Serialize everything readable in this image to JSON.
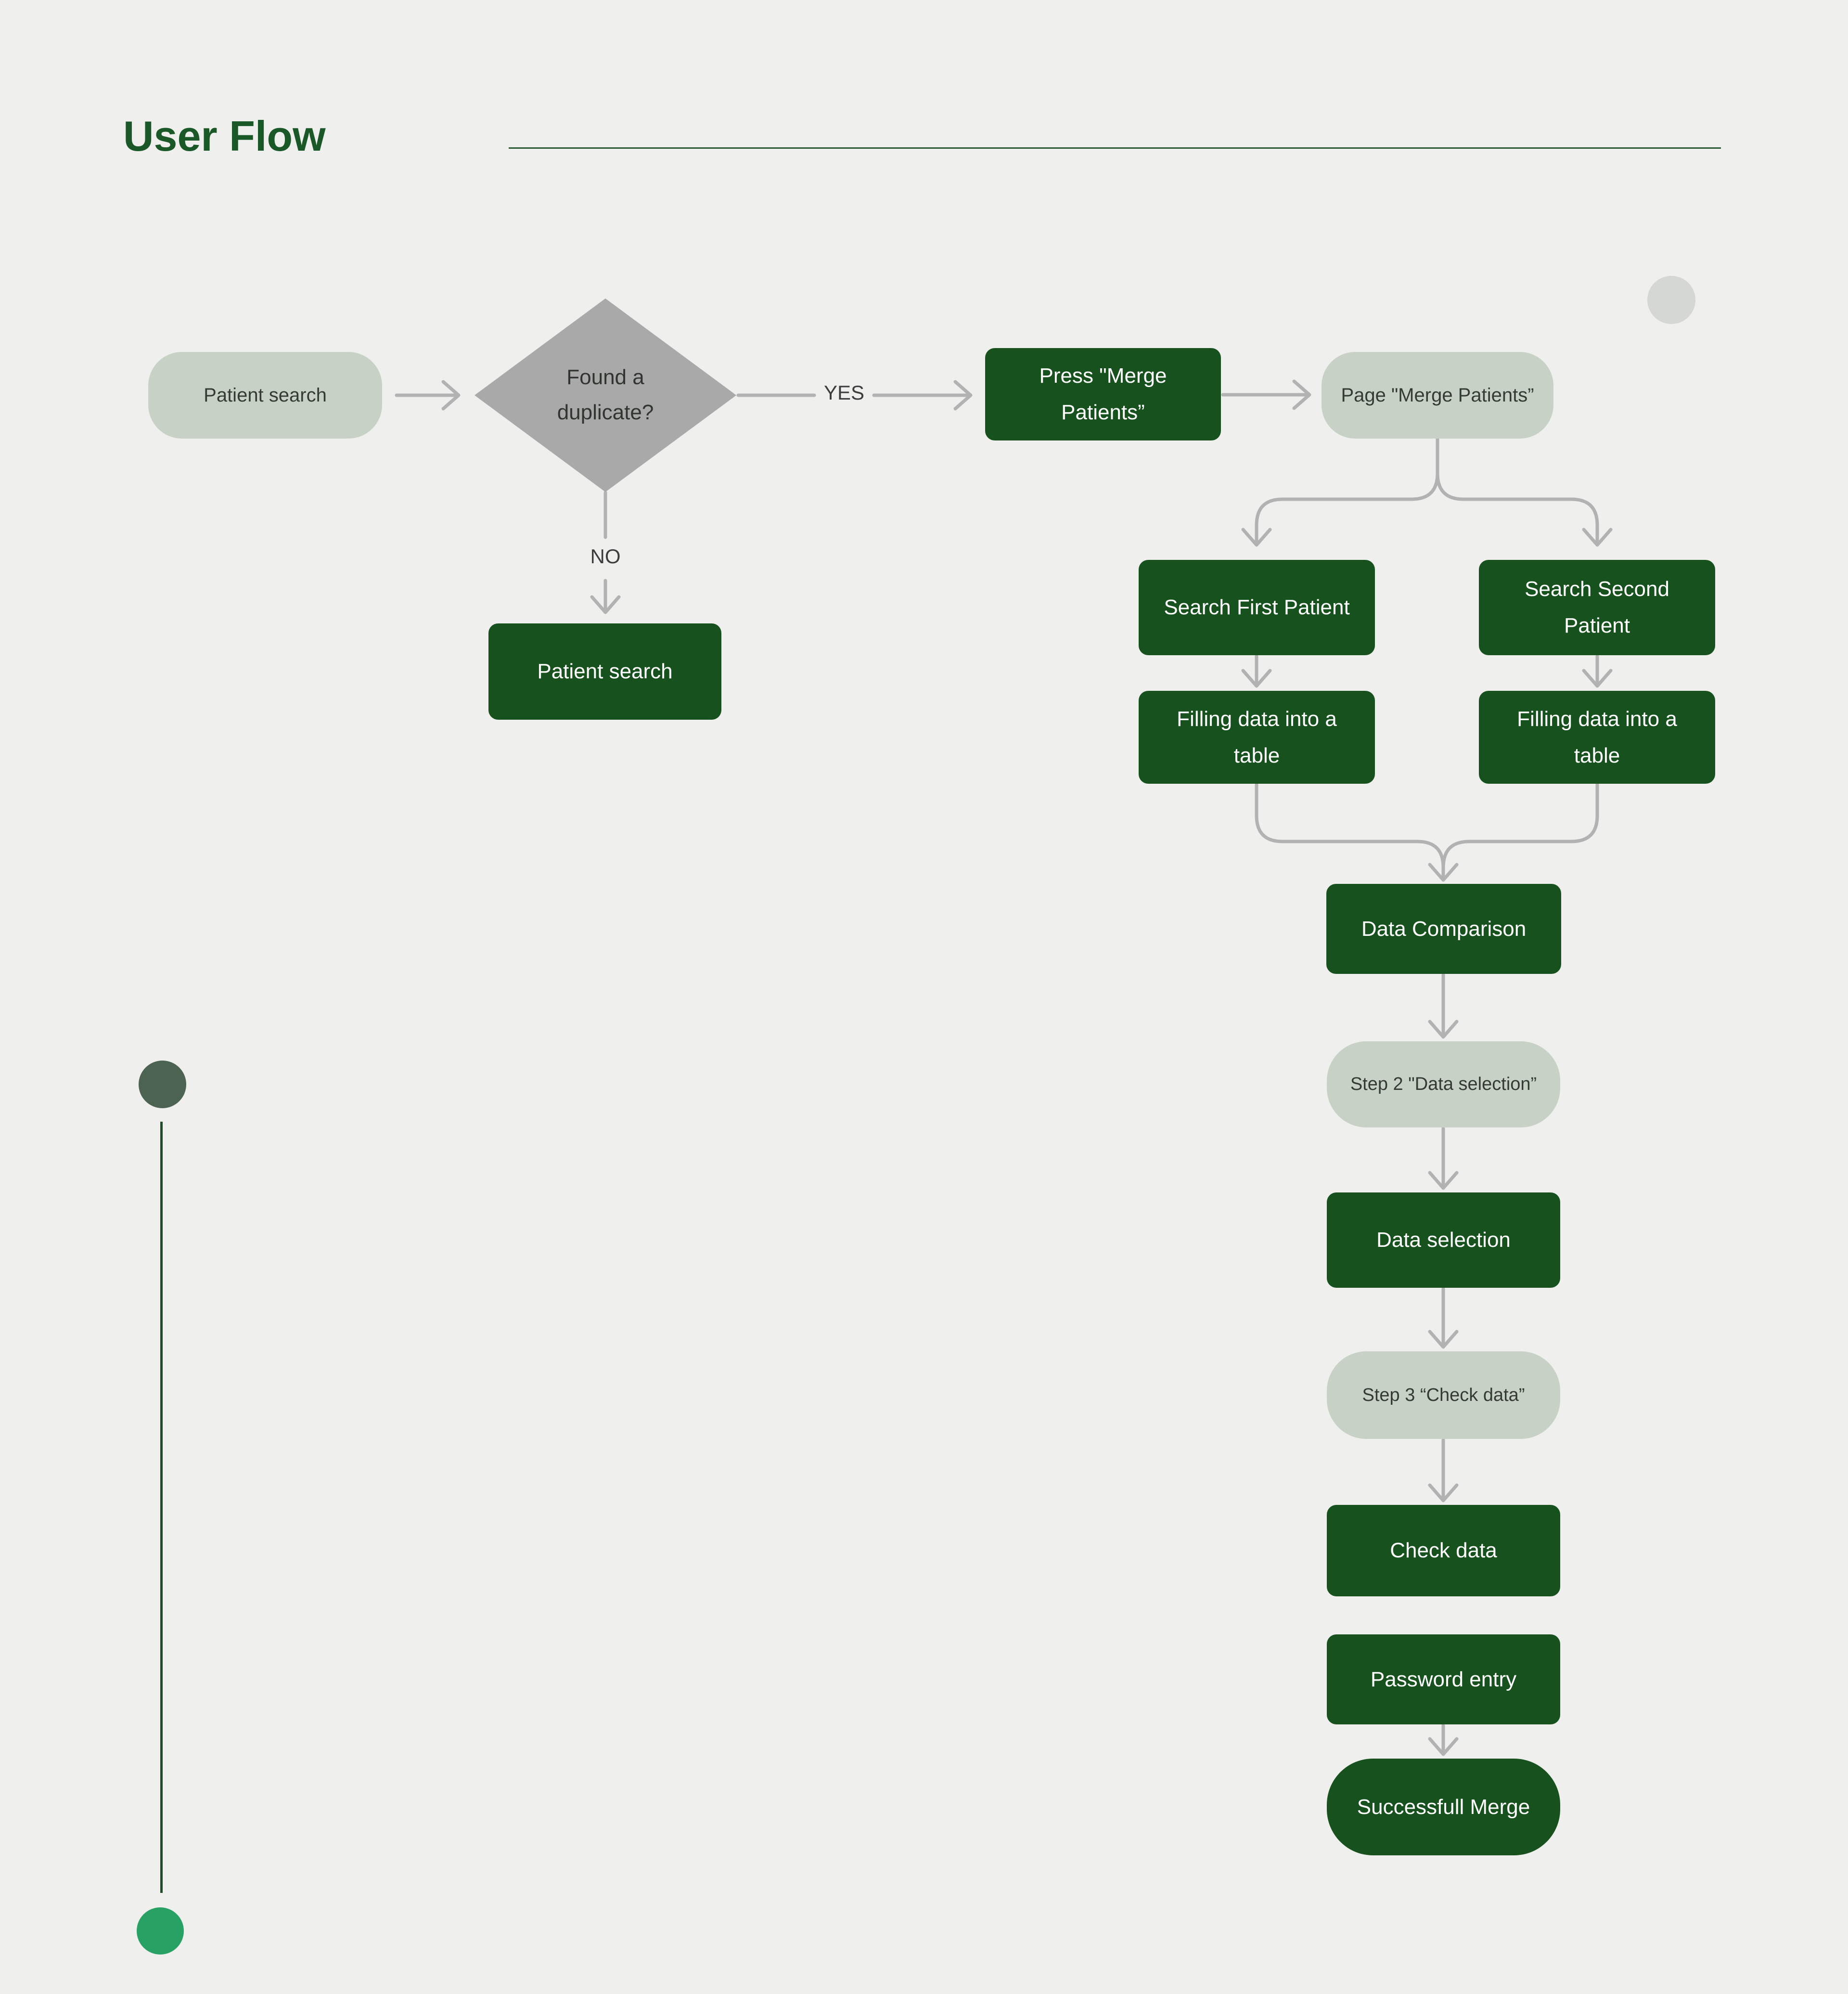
{
  "page": {
    "title": "User Flow"
  },
  "nodes": {
    "patient_search_start": {
      "label": "Patient search"
    },
    "found_duplicate": {
      "label": "Found a duplicate?"
    },
    "press_merge_patients": {
      "label": "Press \"Merge Patients”"
    },
    "page_merge_patients": {
      "label": "Page \"Merge Patients”"
    },
    "patient_search_again": {
      "label": "Patient search"
    },
    "search_first_patient": {
      "label": "Search First Patient"
    },
    "search_second_patient": {
      "label": "Search Second Patient"
    },
    "filling_data_first": {
      "label": "Filling data into a table"
    },
    "filling_data_second": {
      "label": "Filling data into a table"
    },
    "data_comparison": {
      "label": "Data Comparison"
    },
    "step2_data_selection": {
      "label": "Step 2 \"Data selection”"
    },
    "data_selection": {
      "label": "Data selection"
    },
    "step3_check_data": {
      "label": "Step 3 “Check data”"
    },
    "check_data": {
      "label": "Check data"
    },
    "password_entry": {
      "label": "Password entry"
    },
    "successfull_merge": {
      "label": "Successfull Merge"
    }
  },
  "edge_labels": {
    "yes": "YES",
    "no": "NO"
  },
  "colors": {
    "background": "#EFEFED",
    "node_dark_green": "#17521E",
    "node_sage": "#C7D1C5",
    "diamond_gray": "#A9A9A9",
    "arrow_gray": "#B2B2B2",
    "title_green": "#1B5828",
    "circle_muted_green": "#4C6351",
    "circle_emerald": "#27A264",
    "circle_gray": "#D5D7D3",
    "timeline_line_green": "#1C4F24"
  }
}
